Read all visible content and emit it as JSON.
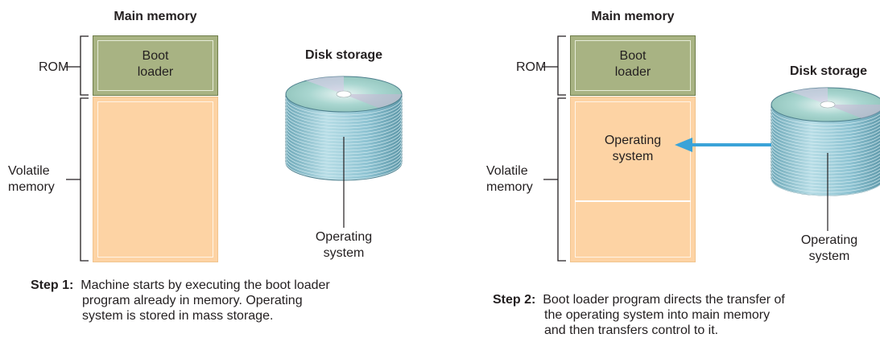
{
  "step1": {
    "main_memory_title": "Main memory",
    "rom_label": "ROM",
    "boot_loader": [
      "Boot",
      "loader"
    ],
    "volatile_label": [
      "Volatile",
      "memory"
    ],
    "disk_storage_title": "Disk storage",
    "disk_os_label": [
      "Operating",
      "system"
    ],
    "caption_step": "Step 1:",
    "caption_lines": [
      "Machine starts by executing the boot loader",
      "program already in memory. Operating",
      "system is stored in mass storage."
    ]
  },
  "step2": {
    "main_memory_title": "Main memory",
    "rom_label": "ROM",
    "boot_loader": [
      "Boot",
      "loader"
    ],
    "volatile_label": [
      "Volatile",
      "memory"
    ],
    "memory_os_label": [
      "Operating",
      "system"
    ],
    "disk_storage_title": "Disk storage",
    "disk_os_label": [
      "Operating",
      "system"
    ],
    "caption_step": "Step 2:",
    "caption_lines": [
      "Boot loader program directs the transfer of",
      "the operating system into main memory",
      "and then transfers control to it."
    ]
  },
  "colors": {
    "rom": "#a8b383",
    "volatile": "#fdd3a4",
    "arrow": "#3aa3d8",
    "disk": "#8fc6d6"
  }
}
